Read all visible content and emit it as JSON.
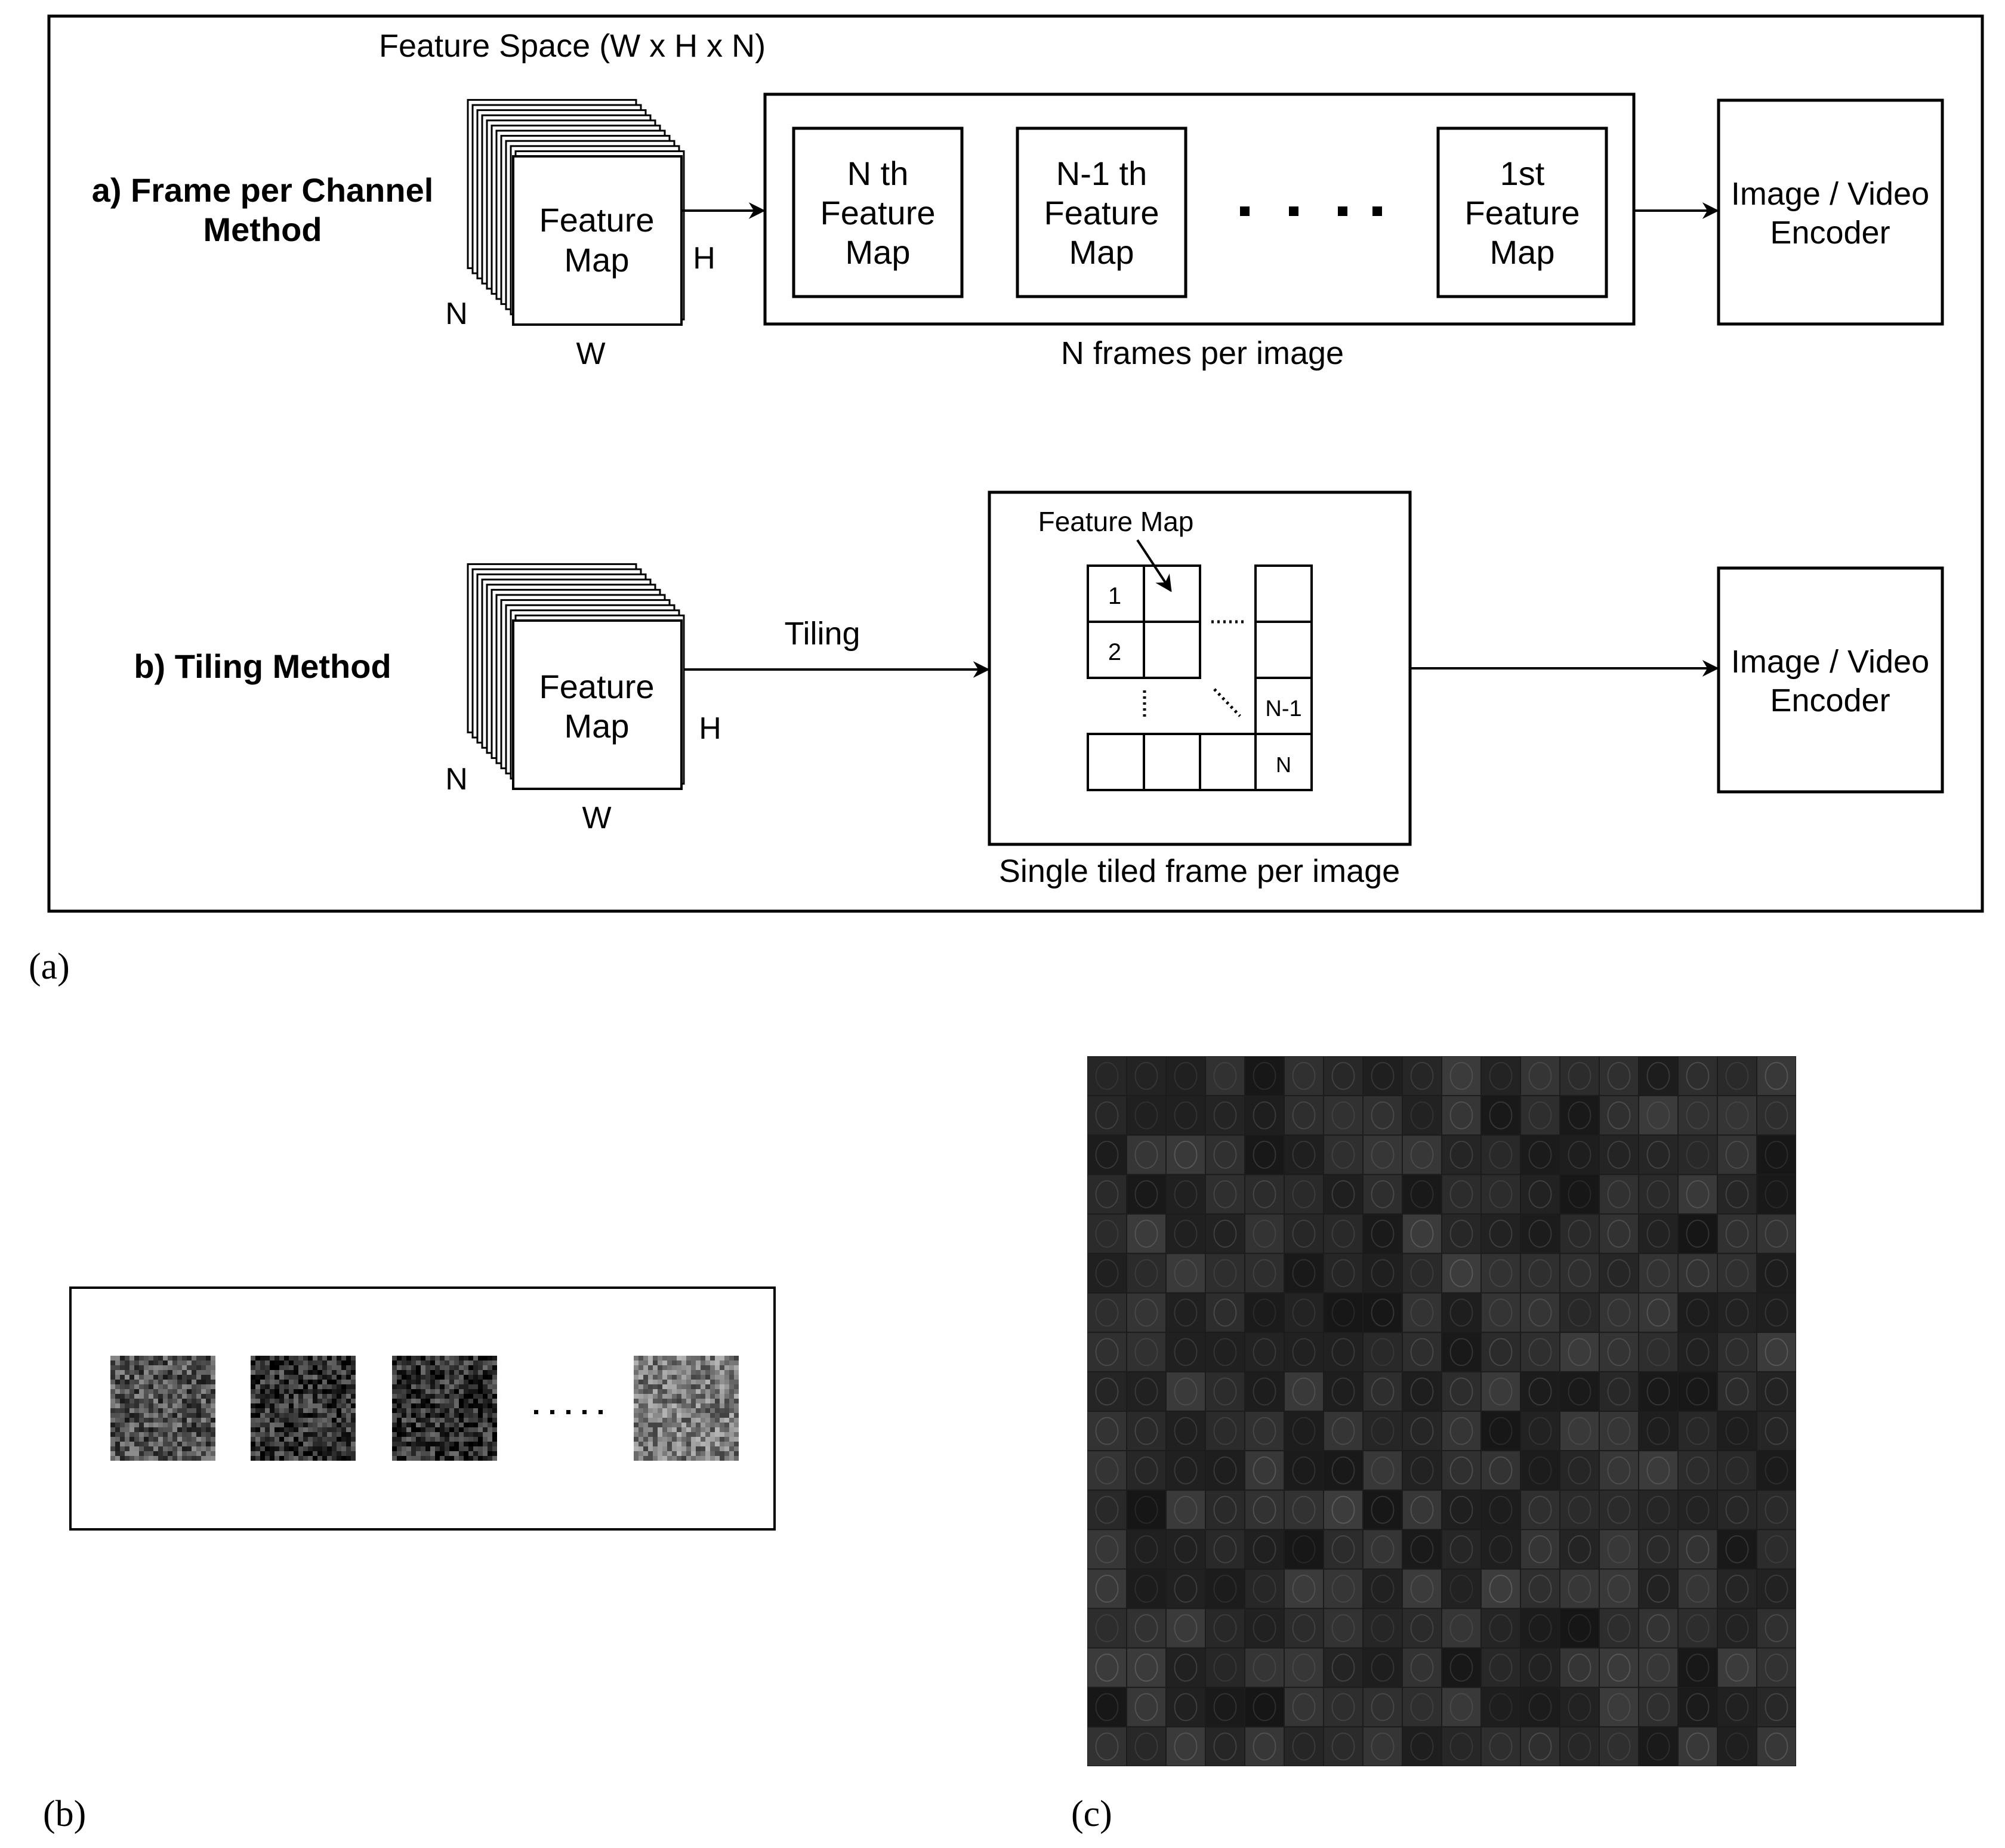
{
  "panel_a": {
    "feature_space_label": "Feature Space (W x H x N)",
    "row_a": {
      "method_label_line1": "a) Frame per Channel",
      "method_label_line2": "Method",
      "stack_label_line1": "Feature",
      "stack_label_line2": "Map",
      "dim_n": "N",
      "dim_w": "W",
      "dim_h": "H",
      "frames": [
        {
          "line1": "N th",
          "line2": "Feature",
          "line3": "Map"
        },
        {
          "line1": "N-1 th",
          "line2": "Feature",
          "line3": "Map"
        },
        {
          "line1": "1st",
          "line2": "Feature",
          "line3": "Map"
        }
      ],
      "frames_caption": "N frames per image",
      "encoder_line1": "Image / Video",
      "encoder_line2": "Encoder"
    },
    "row_b": {
      "method_label": "b) Tiling Method",
      "stack_label_line1": "Feature",
      "stack_label_line2": "Map",
      "dim_n": "N",
      "dim_w": "W",
      "dim_h": "H",
      "arrow_label": "Tiling",
      "grid_pointer_label": "Feature Map",
      "tile_1": "1",
      "tile_2": "2",
      "tile_n_minus_1": "N-1",
      "tile_n": "N",
      "frame_caption": "Single tiled frame per image",
      "encoder_line1": "Image / Video",
      "encoder_line2": "Encoder"
    },
    "caption": "(a)"
  },
  "panel_b": {
    "caption": "(b)"
  },
  "panel_c": {
    "caption": "(c)"
  }
}
